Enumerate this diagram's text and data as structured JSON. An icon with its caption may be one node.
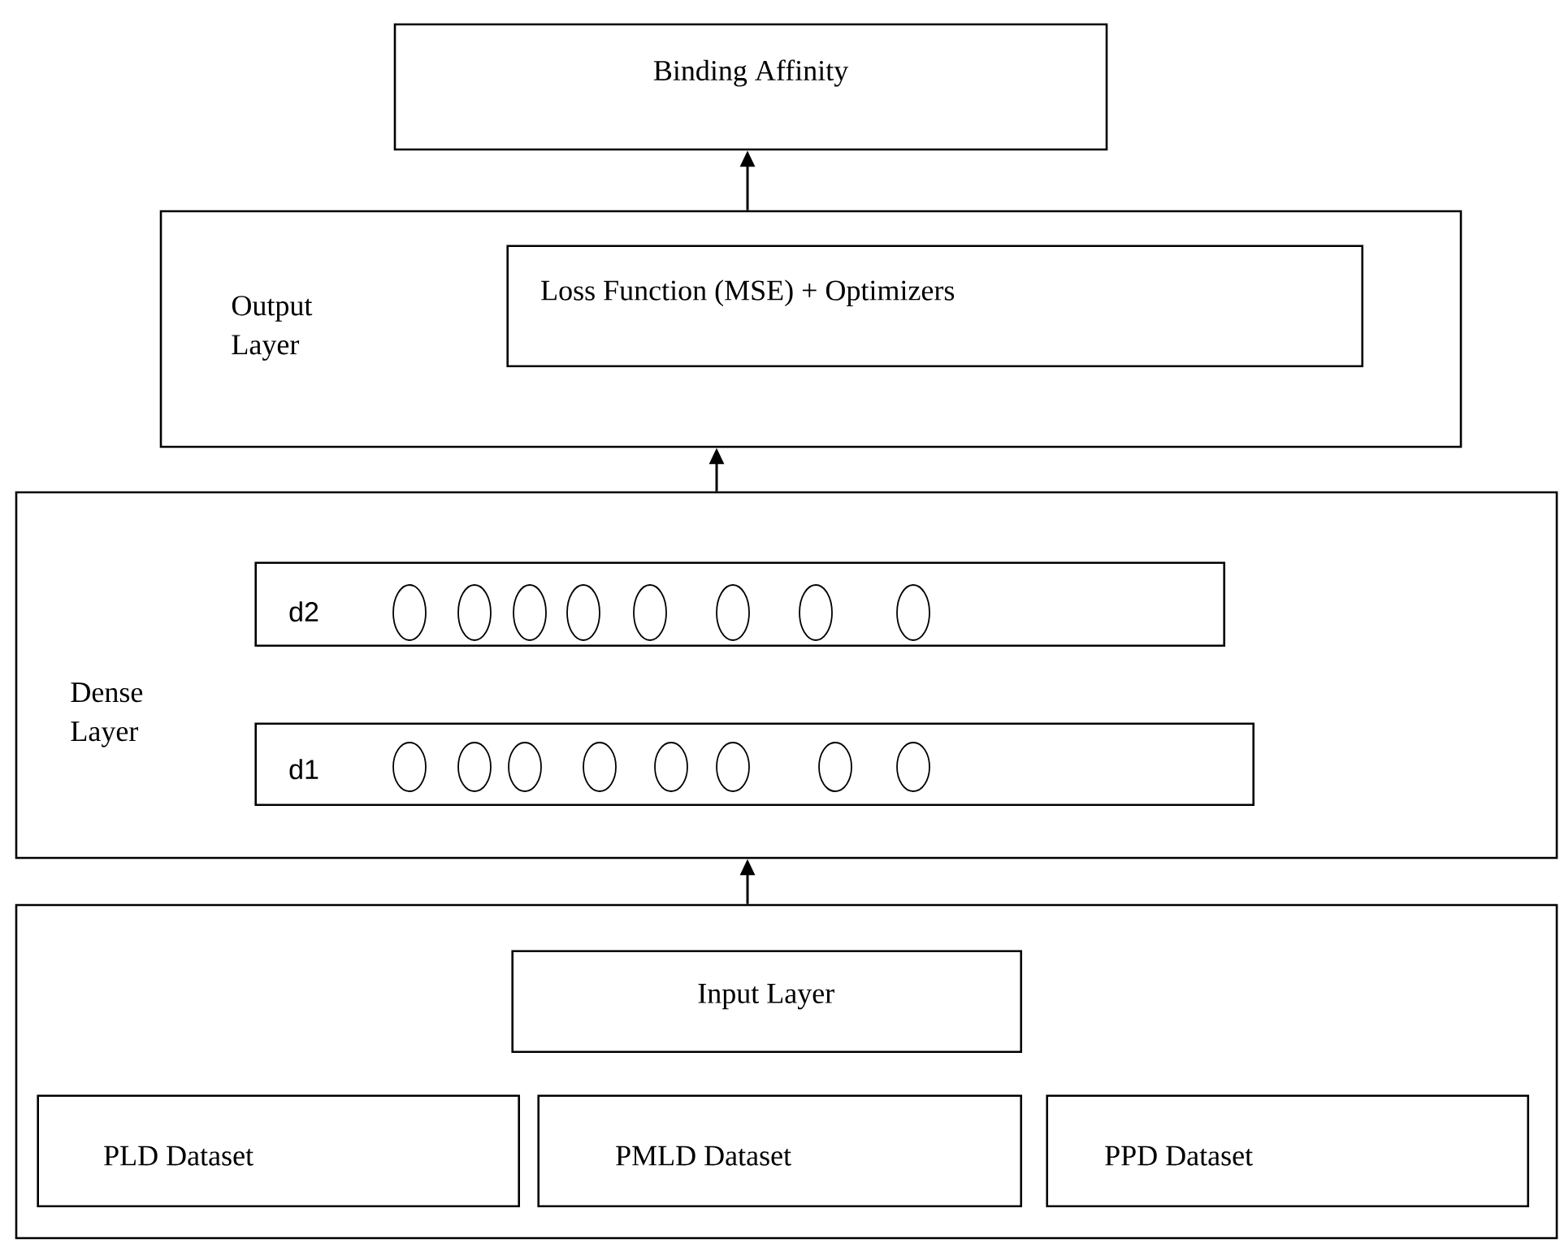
{
  "diagram": {
    "nodes": [
      {
        "text": [
          "Binding Affinity"
        ]
      },
      {
        "text": [
          "Output Layer"
        ]
      },
      {
        "text": [
          "Loss Function (MSE) + Optimizers"
        ],
        "in": 1
      },
      {
        "text": [
          "Dense Layer"
        ]
      },
      {
        "text": [
          "d2"
        ],
        "in": 3
      },
      {
        "text": [
          "d1"
        ],
        "in": 3
      },
      {
        "text": [],
        "shape": "box"
      },
      {
        "text": [
          "Input Layer"
        ],
        "in": 6
      },
      {
        "text": [
          "PLD Dataset"
        ],
        "in": 6
      },
      {
        "text": [
          "PMLD Dataset"
        ],
        "in": 6
      },
      {
        "text": [
          "PPD Dataset"
        ],
        "in": 6
      }
    ],
    "edges": [
      {
        "from": 1,
        "to": 0,
        "arrow": "to"
      },
      {
        "from": 3,
        "to": 1,
        "arrow": "to"
      },
      {
        "from": 6,
        "to": 3,
        "arrow": "to"
      }
    ]
  }
}
